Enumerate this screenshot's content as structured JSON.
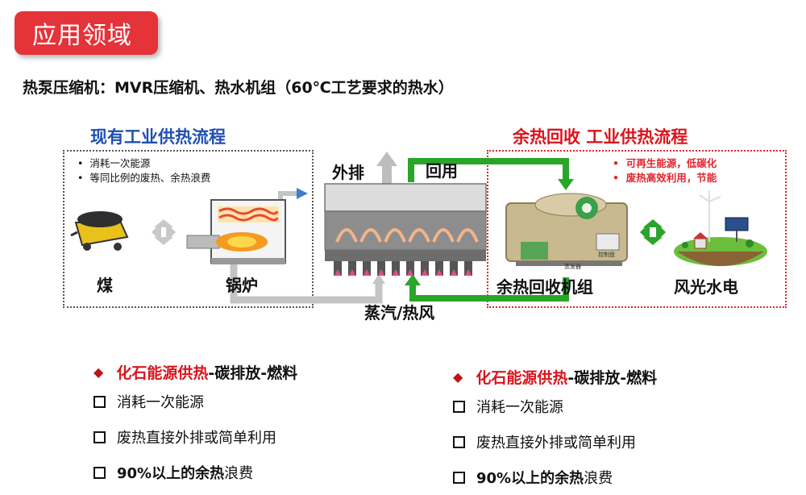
{
  "tag": "应用领域",
  "subtitle": "热泵压缩机：MVR压缩机、热水机组（60℃工艺要求的热水）",
  "left_section": {
    "title": "现有工业供热流程",
    "notes": [
      "消耗一次能源",
      "等同比例的废热、余热浪费"
    ],
    "coal_label": "煤",
    "boiler_label": "锅炉"
  },
  "right_section": {
    "title": "余热回收  工业供热流程",
    "notes": [
      "可再生能源，低碳化",
      "废热高效利用，节能"
    ],
    "unit_label": "余热回收机组",
    "renewable_label": "风光水电",
    "small_label": "控制盘",
    "small_label2": "蒸发器"
  },
  "center": {
    "exhaust_label": "外排",
    "return_label": "回用",
    "steam_label": "蒸汽/热风"
  },
  "bullets_left": {
    "head_red": "化石能源供热",
    "head_black": "-碳排放-燃料",
    "items": [
      "消耗一次能源",
      "废热直接外排或简单利用"
    ],
    "last_bold": "90%以上的余热",
    "last_rest": "浪费"
  },
  "bullets_right": {
    "head_red": "化石能源供热",
    "head_black": "-碳排放-燃料",
    "items": [
      "消耗一次能源",
      "废热直接外排或简单利用"
    ],
    "last_bold": "90%以上的余热",
    "last_rest": "浪费"
  },
  "colors": {
    "accent_red": "#e5333a",
    "title_blue": "#1f4fb0",
    "flow_green": "#2aa52a",
    "flow_gray": "#bdbdbd"
  }
}
